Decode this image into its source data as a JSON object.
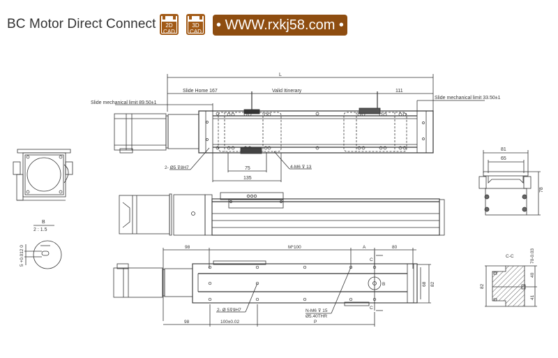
{
  "header": {
    "title": "BC Motor Direct Connect",
    "cad_2d": {
      "line1": "2D",
      "line2": "CAD"
    },
    "cad_3d": {
      "line1": "3D",
      "line2": "CAD"
    },
    "website": "• WWW.rxkj58.com •"
  },
  "colors": {
    "brand": "#8e4d10",
    "cad_icon": "#a25a16",
    "line": "#333333"
  },
  "top_view": {
    "dim_total": "L",
    "slide_home": "Slide Home 167",
    "valid_itinerary": "Valid Itinerary",
    "dim_111": "111",
    "limit_left": "Slide mechanical limit 89.50±1",
    "limit_right": "Slide mechanical limit 33.50±1",
    "hole_note": "2- Ø5 ⊽8H7",
    "thread_note": "4-M6 ⊽ 13",
    "dim_75": "75",
    "dim_135": "135"
  },
  "end_view_right": {
    "width_outer": "81",
    "width_inner": "65",
    "height": "78"
  },
  "detail_b": {
    "label": "B",
    "scale": "2 : 1.5",
    "tolerance": "5 +0.012 0"
  },
  "bottom_view": {
    "dim_98_top": "98",
    "dim_m100": "M*100",
    "dim_a": "A",
    "dim_80": "80",
    "section_c": "C",
    "detail_b_ref": "B",
    "dim_68": "68",
    "dim_82": "82",
    "hole_note": "2- Ø 5⊽9H7",
    "thread_note_1": "N-M6 ⊽ 15",
    "thread_note_2": "Ø5.40THR",
    "dim_98_bottom": "98",
    "dim_100": "100±0.02",
    "dim_p": "P"
  },
  "section_cc": {
    "label": "C-C",
    "height": "82",
    "dim_top": "40",
    "tol": "70-0.03",
    "dim_bottom": "41"
  }
}
